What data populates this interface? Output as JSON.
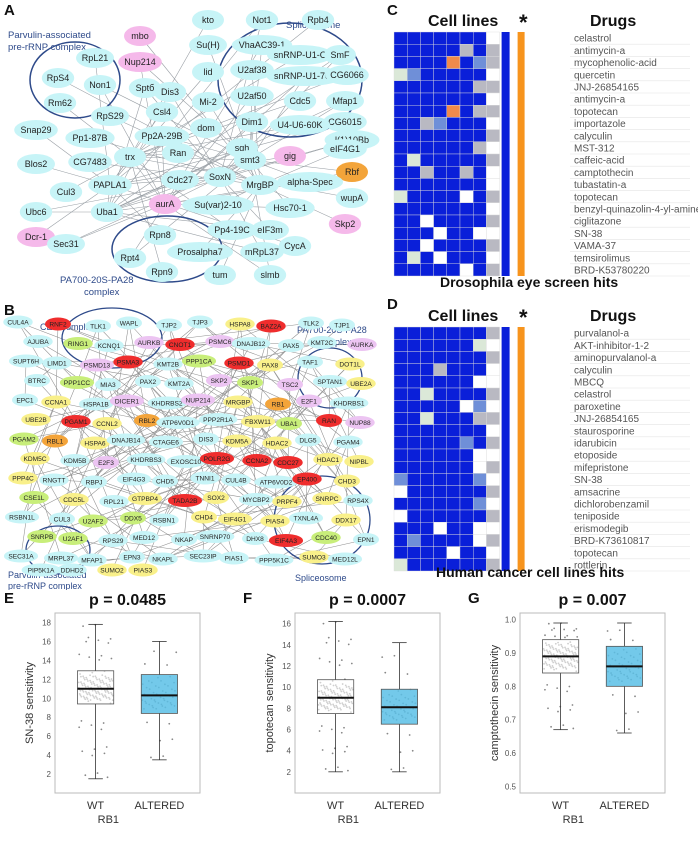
{
  "panels": {
    "a": "A",
    "b": "B",
    "c": "C",
    "d": "D",
    "e": "E",
    "f": "F",
    "g": "G"
  },
  "network_a": {
    "complex_labels": {
      "parvulin": [
        "Parvulin-associated",
        "pre-rRNP complex"
      ],
      "spliceosome": "Spliceosome",
      "pa700": [
        "PA700-20S-PA28",
        "complex"
      ]
    },
    "nodes": [
      "mbo",
      "Nup214",
      "kto",
      "Not1",
      "Rpb4",
      "Su(H)",
      "VhaAC39-1",
      "snRNP-U1-C",
      "SmF",
      "RpL21",
      "RpS4",
      "Non1",
      "Rm62",
      "Sptб",
      "lid",
      "U2af38",
      "snRNP-U1-70K",
      "CG6066",
      "Dis3",
      "Csl4",
      "Mi-2",
      "U2af50",
      "Cdc5",
      "Mfap1",
      "CG6015",
      "RpS29",
      "Dim1",
      "U4-U6-60K",
      "l(1)10Bb",
      "Snap29",
      "Pp1-87B",
      "Pp2A-29B",
      "dom",
      "sqh",
      "Blos2",
      "CG7483",
      "trx",
      "Ran",
      "smt3",
      "gig",
      "eIF4G1",
      "Rbf",
      "PAPLA1",
      "Cdc27",
      "SoxN",
      "MrgBP",
      "alpha-Spec",
      "Cul3",
      "Ubc6",
      "Uba1",
      "Su(var)2-10",
      "Hsc70-1",
      "wupA",
      "aurA",
      "Dcr-1",
      "Skp2",
      "Sec31",
      "Pp4-19C",
      "eIF3m",
      "Rpn8",
      "Prosalpha7",
      "Rpt4",
      "Rpn9",
      "mRpL37",
      "CycA",
      "tum",
      "slmb"
    ]
  },
  "network_b": {
    "complex_labels": {
      "cen": "CEN complex",
      "pa700": [
        "PA700-20S-PA28",
        "complex"
      ],
      "parvulin": [
        "Parvulin-associated",
        "pre-rRNP complex"
      ],
      "spliceosome": "Spliceosome"
    },
    "nodes": [
      "CUL4A",
      "RNF2",
      "TLK1",
      "WAPL",
      "TJP2",
      "TJP3",
      "HSPA8",
      "BAZ2A",
      "TLK2",
      "TJP1",
      "AJUBA",
      "RING1",
      "KCNQ1",
      "AURKB",
      "CNOT1",
      "PSMC6",
      "DNAJB12",
      "PAX5",
      "KMT2C",
      "AURKA",
      "SUPT6H",
      "LIMD1",
      "PSMD13",
      "PSMA3",
      "KMT2B",
      "PPP1CA",
      "PSMD1",
      "PAX8",
      "TAF1",
      "DOT1L",
      "BTRC",
      "PPP1CC",
      "MIA3",
      "PAX2",
      "KMT2A",
      "SKP2",
      "SKP1",
      "TSC2",
      "SPTAN1",
      "UBE2A",
      "EPC1",
      "CCNA1",
      "HSPA1B",
      "DICER1",
      "KHDRBS2",
      "NUP214",
      "MRGBP",
      "RB1",
      "E2F1",
      "KHDRBS1",
      "UBE2B",
      "PGAM1",
      "CCNL2",
      "RBL2",
      "ATP6V0D1",
      "PPP2R1A",
      "FBXW11",
      "UBA1",
      "RAN",
      "NUP88",
      "PGAM2",
      "RBL1",
      "HSPA6",
      "DNAJB14",
      "CTAGE6",
      "DIS3",
      "KDM5A",
      "HDAC2",
      "DLG5",
      "PGAM4",
      "KDM5C",
      "KDM5B",
      "E2F3",
      "KHDRBS3",
      "EXOSC10",
      "POLR2G",
      "CCNA2",
      "CDC27",
      "HDAC1",
      "NIPBL",
      "PPP4C",
      "RNGTT",
      "RBPJ",
      "EIF4G3",
      "CHD5",
      "TNNI1",
      "CUL4B",
      "ATP6V0D2",
      "EP400",
      "CHD3",
      "CSE1L",
      "CDC5L",
      "RPL21",
      "GTPBP4",
      "TADA2B",
      "SOX2",
      "MYCBP2",
      "PRPF4",
      "SNRPC",
      "RPS4X",
      "RSBN1L",
      "CUL3",
      "U2AF2",
      "DDX5",
      "RSBN1",
      "CHD4",
      "EIF4G1",
      "PIAS4",
      "TXNL4A",
      "DDX17",
      "SNRPB",
      "U2AF1",
      "RPS29",
      "MED12",
      "NKAP",
      "SNRNP70",
      "DHX8",
      "EIF4A3",
      "CDC40",
      "EPN1",
      "SEC31A",
      "MRPL37",
      "MFAP1",
      "EPN3",
      "NKAPL",
      "SEC23IP",
      "PIAS1",
      "PPP5K1C",
      "SUMO3",
      "MED12L",
      "PIP5K1A",
      "DDHD2",
      "SUMO2",
      "PIAS3"
    ]
  },
  "heatmap_c": {
    "col_header": "Cell lines",
    "star": "*",
    "drugs_header": "Drugs",
    "caption": "Drosophila eye screen hits",
    "drugs": [
      "celastrol",
      "antimycin-a",
      "mycophenolic-acid",
      "quercetin",
      "JNJ-26854165",
      "antimycin-a",
      "topotecan",
      "importazole",
      "calyculin",
      "MST-312",
      "caffeic-acid",
      "camptothecin",
      "tubastatin-a",
      "topotecan",
      "benzyl-quinazolin-4-yl-amine",
      "ciglitazone",
      "SN-38",
      "VAMA-37",
      "temsirolimus",
      "BRD-K53780220"
    ],
    "matrix": [
      [
        3,
        3,
        3,
        3,
        3,
        3,
        3,
        0
      ],
      [
        3,
        3,
        3,
        3,
        3,
        2,
        3,
        2
      ],
      [
        3,
        3,
        3,
        3,
        4,
        3,
        1,
        2
      ],
      [
        1,
        1,
        3,
        3,
        3,
        3,
        3,
        0
      ],
      [
        3,
        3,
        3,
        3,
        3,
        3,
        2,
        2
      ],
      [
        3,
        3,
        3,
        3,
        3,
        3,
        3,
        0
      ],
      [
        3,
        3,
        3,
        3,
        4,
        3,
        2,
        2
      ],
      [
        3,
        3,
        2,
        1,
        3,
        3,
        3,
        0
      ],
      [
        3,
        3,
        3,
        3,
        3,
        3,
        3,
        2
      ],
      [
        3,
        3,
        3,
        3,
        3,
        3,
        2,
        0
      ],
      [
        3,
        1,
        3,
        3,
        3,
        3,
        3,
        2
      ],
      [
        3,
        3,
        2,
        3,
        3,
        2,
        3,
        0
      ],
      [
        3,
        3,
        3,
        3,
        3,
        3,
        3,
        0
      ],
      [
        1,
        3,
        3,
        3,
        3,
        0,
        3,
        2
      ],
      [
        3,
        3,
        3,
        3,
        3,
        3,
        3,
        0
      ],
      [
        3,
        3,
        0,
        3,
        3,
        3,
        3,
        2
      ],
      [
        3,
        3,
        3,
        0,
        3,
        3,
        0,
        0
      ],
      [
        3,
        3,
        0,
        3,
        3,
        3,
        3,
        2
      ],
      [
        3,
        1,
        3,
        0,
        3,
        3,
        3,
        0
      ],
      [
        3,
        3,
        3,
        3,
        3,
        0,
        3,
        2
      ]
    ]
  },
  "heatmap_d": {
    "col_header": "Cell lines",
    "star": "*",
    "drugs_header": "Drugs",
    "caption": "Human cancer cell lines hits",
    "drugs": [
      "purvalanol-a",
      "AKT-inhibitor-1-2",
      "aminopurvalanol-a",
      "calyculin",
      "MBCQ",
      "celastrol",
      "paroxetine",
      "JNJ-26854165",
      "staurosporine",
      "idarubicin",
      "etoposide",
      "mifepristone",
      "SN-38",
      "amsacrine",
      "dichlorobenzamil",
      "teniposide",
      "erismodegib",
      "BRD-K73610817",
      "topotecan",
      "rottlerin"
    ],
    "matrix": [
      [
        3,
        3,
        3,
        3,
        3,
        3,
        3,
        2
      ],
      [
        3,
        3,
        3,
        3,
        3,
        3,
        1,
        0
      ],
      [
        3,
        3,
        3,
        3,
        3,
        3,
        3,
        2
      ],
      [
        3,
        3,
        3,
        2,
        3,
        3,
        3,
        0
      ],
      [
        3,
        3,
        3,
        3,
        3,
        3,
        0,
        0
      ],
      [
        3,
        3,
        1,
        3,
        3,
        3,
        3,
        2
      ],
      [
        3,
        3,
        3,
        3,
        3,
        0,
        1,
        0
      ],
      [
        3,
        3,
        1,
        3,
        3,
        3,
        2,
        2
      ],
      [
        3,
        3,
        3,
        3,
        3,
        3,
        3,
        0
      ],
      [
        3,
        3,
        3,
        3,
        3,
        1,
        3,
        2
      ],
      [
        3,
        3,
        3,
        3,
        3,
        3,
        0,
        0
      ],
      [
        3,
        3,
        3,
        3,
        3,
        3,
        0,
        2
      ],
      [
        1,
        3,
        3,
        3,
        3,
        3,
        1,
        0
      ],
      [
        0,
        3,
        3,
        3,
        3,
        3,
        3,
        2
      ],
      [
        3,
        3,
        3,
        3,
        3,
        3,
        1,
        0
      ],
      [
        0,
        3,
        3,
        3,
        3,
        3,
        3,
        2
      ],
      [
        3,
        3,
        3,
        0,
        3,
        3,
        0,
        0
      ],
      [
        3,
        1,
        3,
        3,
        3,
        3,
        0,
        2
      ],
      [
        3,
        3,
        3,
        3,
        0,
        3,
        3,
        0
      ],
      [
        1,
        3,
        3,
        3,
        3,
        3,
        3,
        2
      ]
    ]
  },
  "colors": {
    "blue": "#0a1fd9",
    "lightblue": "#6f8fd8",
    "pale": "#dbe8d8",
    "grey": "#b9b9c2",
    "orange": "#f08a4b",
    "white": "#ffffff",
    "bar_orange": "#f7941d",
    "node_cyan": "#c7f4f7",
    "node_pink": "#f5b9ea",
    "node_red": "#ef2d2d",
    "node_orange": "#f3a43a",
    "node_green": "#c8ee7a",
    "node_yellow": "#f9f08a",
    "node_lav": "#ecc4f2",
    "box_blue": "#5bc0e6"
  },
  "chart_data": [
    {
      "type": "box",
      "title": "p = 0.0485",
      "ylabel": "SN-38 sensitivity",
      "categories": [
        "WT",
        "ALTERED"
      ],
      "xgroup": "RB1",
      "ylim": [
        0,
        19
      ],
      "yticks": [
        2,
        4,
        6,
        8,
        10,
        12,
        14,
        16,
        18
      ],
      "boxes": [
        {
          "name": "WT",
          "min": 1.5,
          "q1": 9.4,
          "median": 11.0,
          "q3": 12.9,
          "max": 17.8
        },
        {
          "name": "ALTERED",
          "min": 3.5,
          "q1": 8.4,
          "median": 10.3,
          "q3": 12.5,
          "max": 16.0
        }
      ]
    },
    {
      "type": "box",
      "title": "p = 0.0007",
      "ylabel": "topotecan sensitivity",
      "categories": [
        "WT",
        "ALTERED"
      ],
      "xgroup": "RB1",
      "ylim": [
        0,
        17
      ],
      "yticks": [
        2,
        4,
        6,
        8,
        10,
        12,
        14,
        16
      ],
      "boxes": [
        {
          "name": "WT",
          "min": 2.0,
          "q1": 7.5,
          "median": 9.0,
          "q3": 10.7,
          "max": 16.2
        },
        {
          "name": "ALTERED",
          "min": 2.0,
          "q1": 6.5,
          "median": 8.1,
          "q3": 9.8,
          "max": 14.2
        }
      ]
    },
    {
      "type": "box",
      "title": "p = 0.007",
      "ylabel": "camptothecin sensitivity",
      "categories": [
        "WT",
        "ALTERED"
      ],
      "xgroup": "RB1",
      "ylim": [
        0.48,
        1.02
      ],
      "yticks": [
        0.5,
        0.6,
        0.7,
        0.8,
        0.9,
        1.0
      ],
      "ytick_labels": [
        "0.5",
        "0.6",
        "0.7",
        "0.8",
        "0.9",
        "1.0"
      ],
      "boxes": [
        {
          "name": "WT",
          "min": 0.67,
          "q1": 0.84,
          "median": 0.89,
          "q3": 0.94,
          "max": 0.99
        },
        {
          "name": "ALTERED",
          "min": 0.66,
          "q1": 0.8,
          "median": 0.86,
          "q3": 0.92,
          "max": 0.99
        }
      ]
    }
  ]
}
